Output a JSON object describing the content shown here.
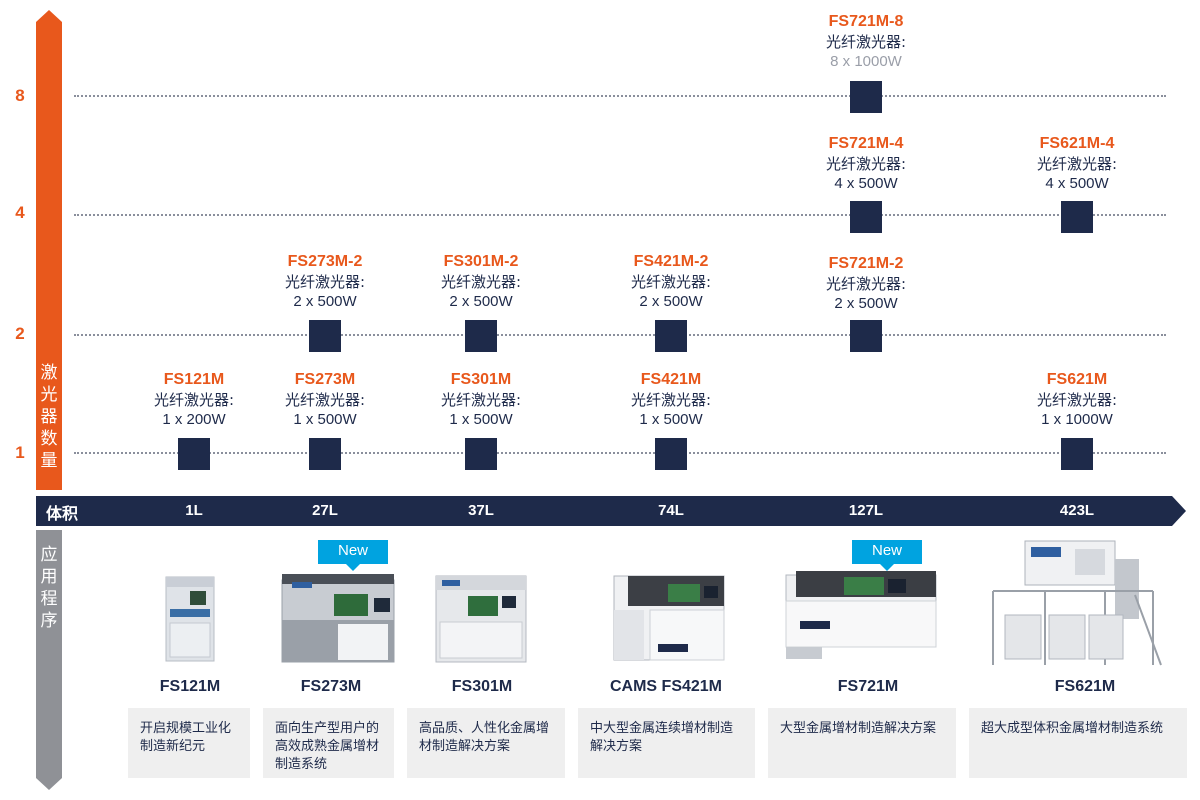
{
  "colors": {
    "accent": "#e8581c",
    "navy": "#1e2a4a",
    "grey_bar": "#8f9196",
    "badge": "#00a3e0"
  },
  "laser_axis": {
    "label": "激光器数量",
    "ticks": [
      "8",
      "4",
      "2",
      "1"
    ]
  },
  "volume_axis": {
    "label": "体积",
    "values": [
      "1L",
      "27L",
      "37L",
      "74L",
      "127L",
      "423L"
    ]
  },
  "app_axis": {
    "label": "应用程序"
  },
  "laser_label": "光纤激光器:",
  "models": [
    {
      "name": "FS121M",
      "spec": "1 x 200W"
    },
    {
      "name": "FS273M",
      "spec": "1 x 500W"
    },
    {
      "name": "FS301M",
      "spec": "1 x 500W"
    },
    {
      "name": "FS421M",
      "spec": "1 x 500W"
    },
    {
      "name": "FS621M",
      "spec": "1 x 1000W"
    },
    {
      "name": "FS273M-2",
      "spec": "2 x 500W"
    },
    {
      "name": "FS301M-2",
      "spec": "2 x 500W"
    },
    {
      "name": "FS421M-2",
      "spec": "2 x 500W"
    },
    {
      "name": "FS721M-2",
      "spec": "2 x 500W"
    },
    {
      "name": "FS721M-4",
      "spec": "4 x 500W"
    },
    {
      "name": "FS621M-4",
      "spec": "4 x 500W"
    },
    {
      "name": "FS721M-8",
      "spec": "8 x 1000W"
    }
  ],
  "products": [
    {
      "name": "FS121M",
      "desc": "开启规模工业化制造新纪元",
      "new": false
    },
    {
      "name": "FS273M",
      "desc": "面向生产型用户的高效成熟金属增材制造系统",
      "new": true
    },
    {
      "name": "FS301M",
      "desc": "高品质、人性化金属增材制造解决方案",
      "new": false
    },
    {
      "name": "CAMS FS421M",
      "desc": "中大型金属连续增材制造解决方案",
      "new": false
    },
    {
      "name": "FS721M",
      "desc": "大型金属增材制造解决方案",
      "new": true
    },
    {
      "name": "FS621M",
      "desc": "超大成型体积金属增材制造系统",
      "new": false
    }
  ],
  "new_label": "New"
}
